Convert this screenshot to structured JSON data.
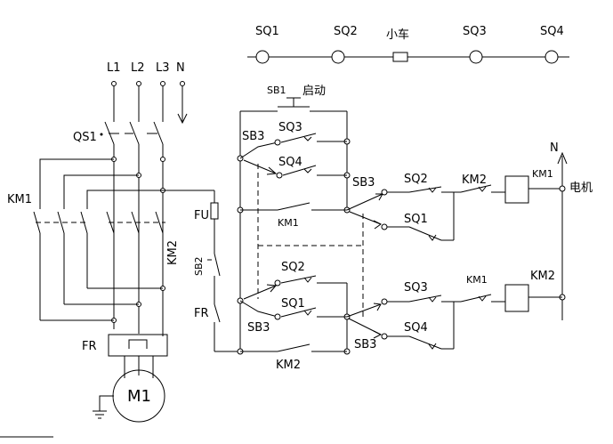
{
  "track": {
    "limit_switches": [
      "SQ1",
      "SQ2",
      "SQ3",
      "SQ4"
    ],
    "cart_label": "小车"
  },
  "power": {
    "phases": [
      "L1",
      "L2",
      "L3",
      "N"
    ],
    "isolator": "QS1",
    "contactor_left": "KM1",
    "contactor_right": "KM2",
    "fuse": "FU",
    "stop_button": "SB2",
    "thermal_relay": "FR",
    "motor": "M1"
  },
  "control": {
    "start_button": "SB1",
    "start_text": "启动",
    "sb3": "SB3",
    "sq1": "SQ1",
    "sq2": "SQ2",
    "sq3": "SQ3",
    "sq4": "SQ4",
    "km1": "KM1",
    "km2": "KM2",
    "fr": "FR",
    "neutral": "N",
    "motor_text": "电机"
  }
}
